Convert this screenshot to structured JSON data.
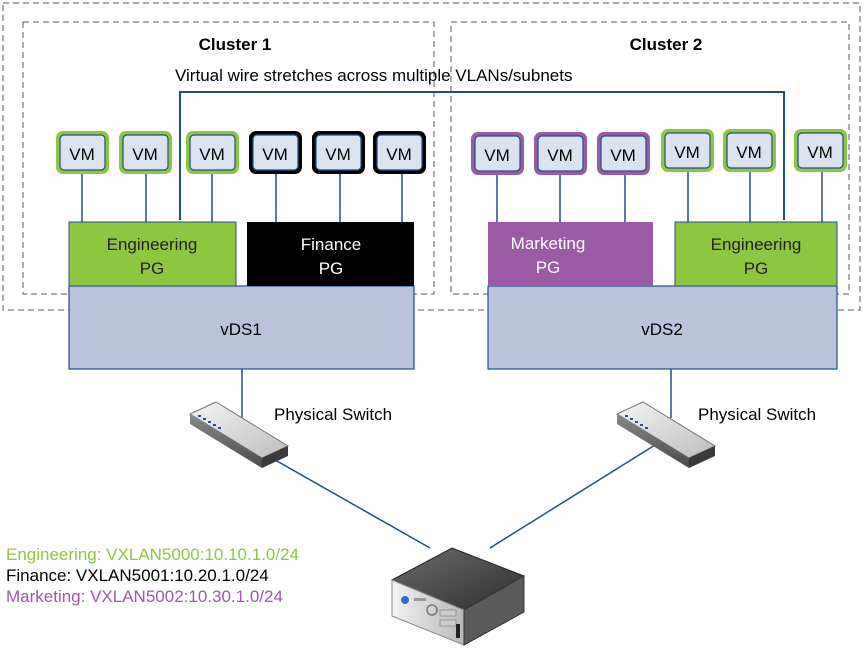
{
  "clusters": [
    {
      "title": "Cluster 1"
    },
    {
      "title": "Cluster 2"
    }
  ],
  "virtual_wire_caption": "Virtual wire stretches across multiple VLANs/subnets",
  "vm_label": "VM",
  "port_groups": [
    {
      "label_line1": "Engineering",
      "label_line2": "PG",
      "fill": "#8dc63f",
      "text_color": "#231f20"
    },
    {
      "label_line1": "Finance",
      "label_line2": "PG",
      "fill": "#000000",
      "text_color": "#ffffff"
    },
    {
      "label_line1": "Marketing",
      "label_line2": "PG",
      "fill": "#9b5aa5",
      "text_color": "#ffffff"
    },
    {
      "label_line1": "Engineering",
      "label_line2": "PG",
      "fill": "#8dc63f",
      "text_color": "#231f20"
    }
  ],
  "switches": [
    {
      "label": "vDS1"
    },
    {
      "label": "vDS2"
    }
  ],
  "physical_switch_label": "Physical Switch",
  "legend": [
    {
      "text": "Engineering: VXLAN5000:10.10.1.0/24",
      "color": "#8dc63f"
    },
    {
      "text": "Finance: VXLAN5001:10.20.1.0/24",
      "color": "#000000"
    },
    {
      "text": "Marketing: VXLAN5002:10.30.1.0/24",
      "color": "#9b5aa5"
    }
  ],
  "colors": {
    "engineering": "#8dc63f",
    "finance": "#000000",
    "marketing": "#9b5aa5",
    "vm_fill": "#dce3f0",
    "vds_fill": "#b9c3dc",
    "wire": "#1f4e8c",
    "dashed_border": "#555555"
  }
}
